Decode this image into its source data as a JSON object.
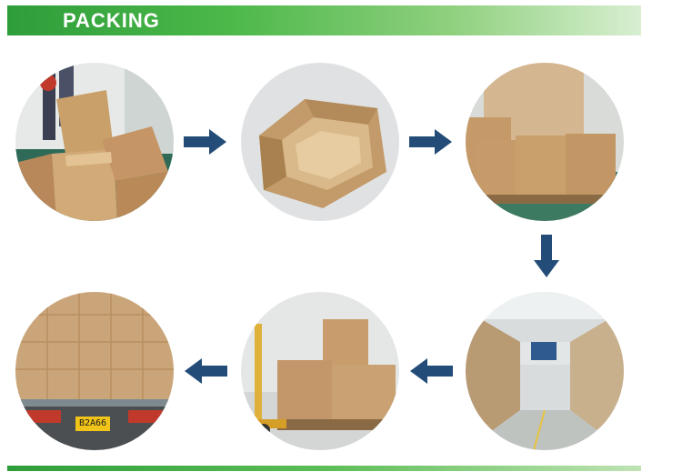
{
  "header": {
    "title": "PACKING"
  },
  "colors": {
    "banner_green": "#3aa843",
    "arrow_blue": "#234d78"
  },
  "steps": [
    {
      "icon": "worker-assembling-boxes-photo"
    },
    {
      "icon": "open-carton-photo"
    },
    {
      "icon": "cartons-on-pallet-photo"
    },
    {
      "icon": "warehouse-shelves-photo"
    },
    {
      "icon": "pallet-jack-cartons-photo"
    },
    {
      "icon": "loaded-truck-photo"
    }
  ],
  "truck": {
    "plate": "B2A66"
  }
}
